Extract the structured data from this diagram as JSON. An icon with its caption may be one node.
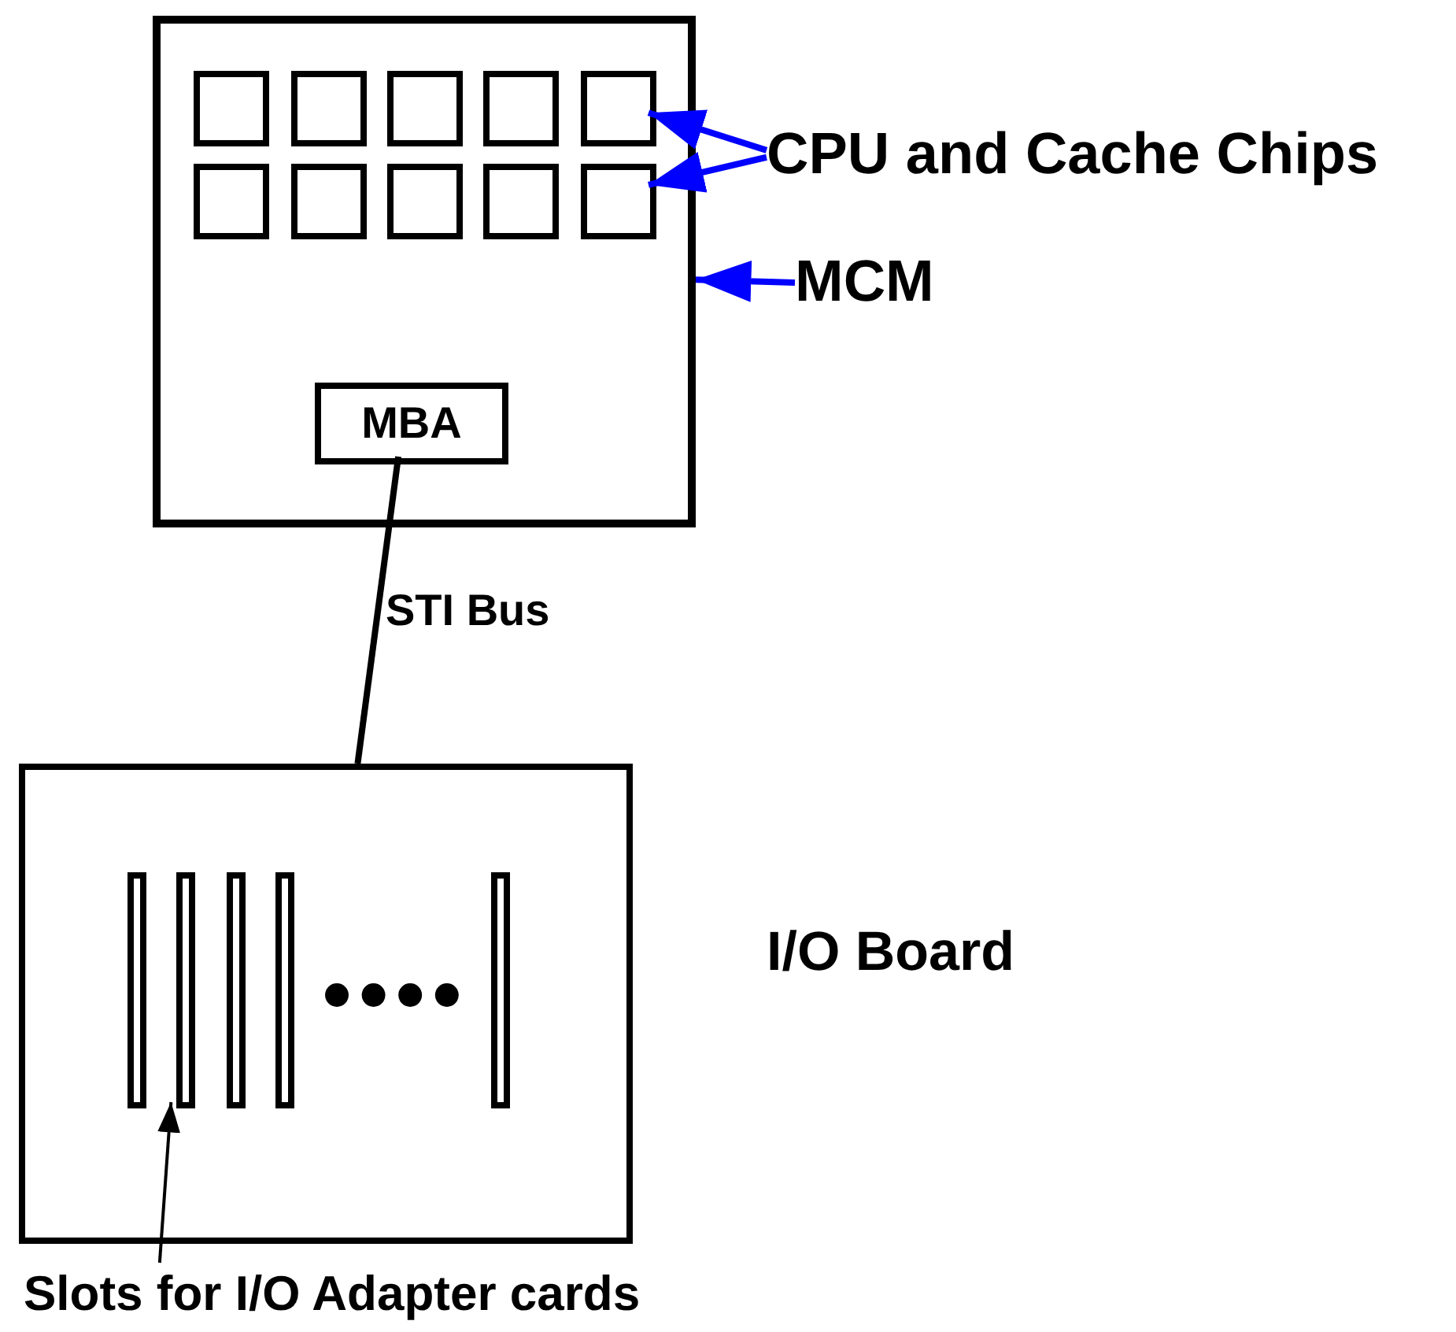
{
  "diagram": {
    "nodes": [
      {
        "text": [],
        "shape": "box"
      },
      {
        "text": [],
        "shape": "box",
        "in": 0
      },
      {
        "text": [],
        "shape": "box",
        "in": 0
      },
      {
        "text": [],
        "shape": "box",
        "in": 0
      },
      {
        "text": [],
        "shape": "box",
        "in": 0
      },
      {
        "text": [],
        "shape": "box",
        "in": 0
      },
      {
        "text": [],
        "shape": "box",
        "in": 0
      },
      {
        "text": [],
        "shape": "box",
        "in": 0
      },
      {
        "text": [],
        "shape": "box",
        "in": 0
      },
      {
        "text": [],
        "shape": "box",
        "in": 0
      },
      {
        "text": [],
        "shape": "box",
        "in": 0
      },
      {
        "text": [
          "MBA"
        ],
        "in": 0
      },
      {
        "text": [
          "CPU and Cache Chips"
        ]
      },
      {
        "text": [
          "MCM"
        ]
      },
      {
        "text": [],
        "shape": "box",
        "beside": [
          "I/O Board"
        ]
      },
      {
        "text": [],
        "shape": "bar",
        "in": 14
      },
      {
        "text": [],
        "shape": "bar",
        "in": 14
      },
      {
        "text": [],
        "shape": "bar",
        "in": 14
      },
      {
        "text": [],
        "shape": "bar",
        "in": 14
      },
      {
        "text": [],
        "shape": "bar",
        "in": 14
      },
      {
        "text": [
          "Slots for I/O Adapter cards"
        ]
      }
    ],
    "edges": [
      {
        "from": 12,
        "to": 5,
        "arrow": "to"
      },
      {
        "from": 12,
        "to": 10,
        "arrow": "to"
      },
      {
        "from": 13,
        "to": 0,
        "arrow": "to"
      },
      {
        "from": 11,
        "to": 14,
        "arrow": "none",
        "label": "STI Bus",
        "color": "#000000"
      },
      {
        "from": 20,
        "to": 16,
        "arrow": "to",
        "color": "#000000"
      }
    ]
  }
}
